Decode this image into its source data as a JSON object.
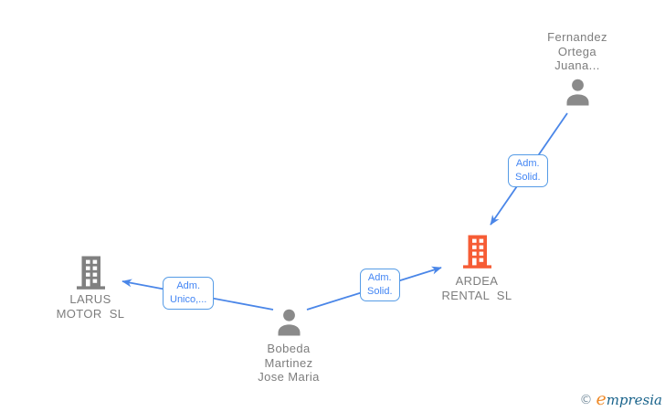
{
  "diagram": {
    "background_color": "#ffffff",
    "arrow_color": "#4a86e8",
    "edge_label_color": "#4285f4",
    "edge_border_color": "#559be6",
    "node_text_color": "#7d7d7d",
    "person_icon_color": "#8a8a8a",
    "company_icon_gray": "#808080",
    "company_icon_orange": "#f65c35",
    "nodes": {
      "fernandez": {
        "label": "Fernandez\nOrtega\nJuana...",
        "type": "person"
      },
      "ardea": {
        "label": "ARDEA\nRENTAL  SL",
        "type": "company",
        "highlighted": true
      },
      "larus": {
        "label": "LARUS\nMOTOR  SL",
        "type": "company",
        "highlighted": false
      },
      "bobeda": {
        "label": "Bobeda\nMartinez\nJose Maria",
        "type": "person"
      }
    },
    "edges": [
      {
        "label": "Adm.\nSolid.",
        "from": "fernandez",
        "to": "ardea"
      },
      {
        "label": "Adm.\nSolid.",
        "from": "bobeda",
        "to": "ardea"
      },
      {
        "label": "Adm.\nUnico,...",
        "from": "bobeda",
        "to": "larus"
      }
    ]
  },
  "watermark": {
    "copyright": "©",
    "brand_first": "e",
    "brand_rest": "mpresia"
  }
}
